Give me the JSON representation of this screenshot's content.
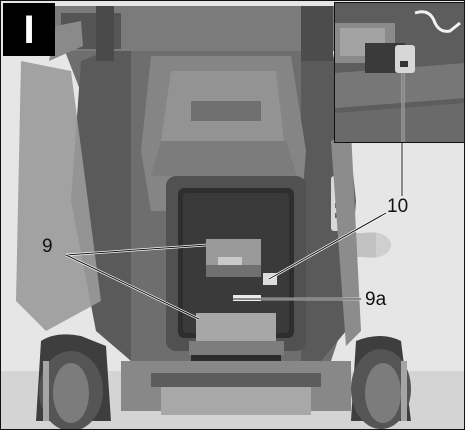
{
  "figure": {
    "step_letter": "I",
    "callouts": {
      "part_10": "10",
      "part_9": "9",
      "part_9a": "9a"
    }
  },
  "colors": {
    "body_dark": "#4a4a4a",
    "body_mid": "#7a7a7a",
    "body_light": "#b5b5b5",
    "background": "#e7e7e7",
    "badge": "#000000",
    "leader_line": "#ffffff"
  }
}
